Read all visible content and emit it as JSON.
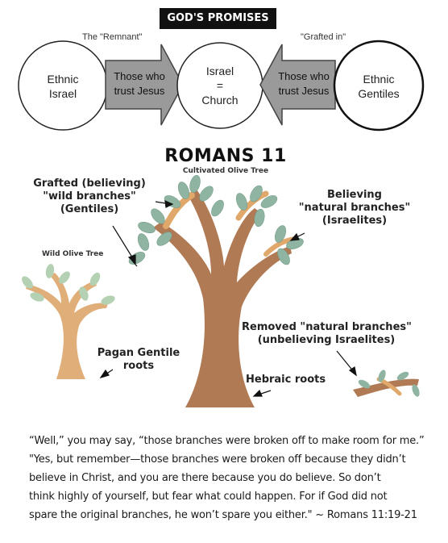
{
  "top_diagram": {
    "banner": "GOD'S PROMISES",
    "remnant_label": "The \"Remnant\"",
    "grafted_label": "\"Grafted in\"",
    "left_circle": [
      "Ethnic",
      "Israel"
    ],
    "left_arrow": [
      "Those who",
      "trust Jesus"
    ],
    "center_circle": [
      "Israel",
      "=",
      "Church"
    ],
    "right_arrow": [
      "Those who",
      "trust Jesus"
    ],
    "right_circle": [
      "Ethnic",
      "Gentiles"
    ]
  },
  "tree_diagram": {
    "title": "ROMANS 11",
    "subtitle": "Cultivated Olive Tree",
    "grafted": [
      "Grafted (believing)",
      "\"wild branches\"",
      "(Gentiles)"
    ],
    "believing": [
      "Believing",
      "\"natural branches\"",
      "(Israelites)"
    ],
    "wild_olive": "Wild Olive Tree",
    "removed": [
      "Removed \"natural branches\"",
      "(unbelieving Israelites)"
    ],
    "pagan": [
      "Pagan Gentile",
      "roots"
    ],
    "hebraic": "Hebraic roots"
  },
  "quote": [
    "“Well,” you may say, “those branches were broken off to make room for me.”",
    "\"Yes, but remember—those branches were broken off because they didn’t",
    "believe in Christ, and you are there because you do believe. So don’t",
    "think highly of yourself, but fear what could happen.  For if God did not",
    "spare the original branches, he won’t spare you either.\" ~ Romans 11:19-21"
  ]
}
